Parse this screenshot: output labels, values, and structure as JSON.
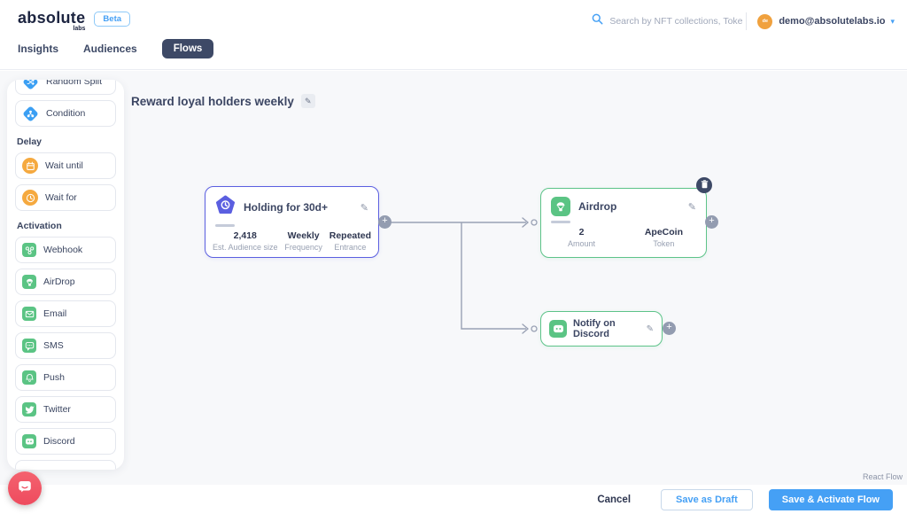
{
  "header": {
    "logo_text": "absolute",
    "logo_sub": "labs",
    "beta_badge": "Beta",
    "search_placeholder": "Search by NFT collections, Tokens...",
    "avatar_initials": "de",
    "user_email": "demo@absolutelabs.io",
    "nav_items": [
      {
        "label": "Insights",
        "active": false
      },
      {
        "label": "Audiences",
        "active": false
      },
      {
        "label": "Flows",
        "active": true
      }
    ]
  },
  "sidebar": {
    "groups": [
      {
        "label": "",
        "items": [
          {
            "label": "Random Split",
            "icon": "random-split-icon"
          },
          {
            "label": "Condition",
            "icon": "condition-icon"
          }
        ]
      },
      {
        "label": "Delay",
        "items": [
          {
            "label": "Wait until",
            "icon": "calendar-icon"
          },
          {
            "label": "Wait for",
            "icon": "clock-icon"
          }
        ]
      },
      {
        "label": "Activation",
        "items": [
          {
            "label": "Webhook",
            "icon": "webhook-icon"
          },
          {
            "label": "AirDrop",
            "icon": "airdrop-icon"
          },
          {
            "label": "Email",
            "icon": "email-icon"
          },
          {
            "label": "SMS",
            "icon": "sms-icon"
          },
          {
            "label": "Push",
            "icon": "push-icon"
          },
          {
            "label": "Twitter",
            "icon": "twitter-icon"
          },
          {
            "label": "Discord",
            "icon": "discord-icon"
          }
        ]
      }
    ]
  },
  "canvas": {
    "title": "Reward loyal holders weekly",
    "attribution": "React Flow",
    "nodes": [
      {
        "id": "holding",
        "title": "Holding for 30d+",
        "accent": "#5b5fe0",
        "stats": [
          {
            "value": "2,418",
            "label": "Est. Audience size"
          },
          {
            "value": "Weekly",
            "label": "Frequency"
          },
          {
            "value": "Repeated",
            "label": "Entrance"
          }
        ]
      },
      {
        "id": "airdrop",
        "title": "Airdrop",
        "accent": "#5dc389",
        "stats": [
          {
            "value": "2",
            "label": "Amount"
          },
          {
            "value": "ApeCoin",
            "label": "Token"
          }
        ]
      },
      {
        "id": "notify-discord",
        "title": "Notify on Discord",
        "accent": "#5dc389",
        "stats": []
      }
    ]
  },
  "footer": {
    "cancel": "Cancel",
    "save_draft": "Save as Draft",
    "save_activate": "Save & Activate Flow"
  },
  "colors": {
    "accent_blue": "#45a0f5",
    "green": "#5bc484",
    "orange": "#f5a93f",
    "purple": "#5b5fe0",
    "navy": "#3d4966",
    "edge_gray": "#99a1b4",
    "canvas_bg": "#f7f8fa"
  }
}
